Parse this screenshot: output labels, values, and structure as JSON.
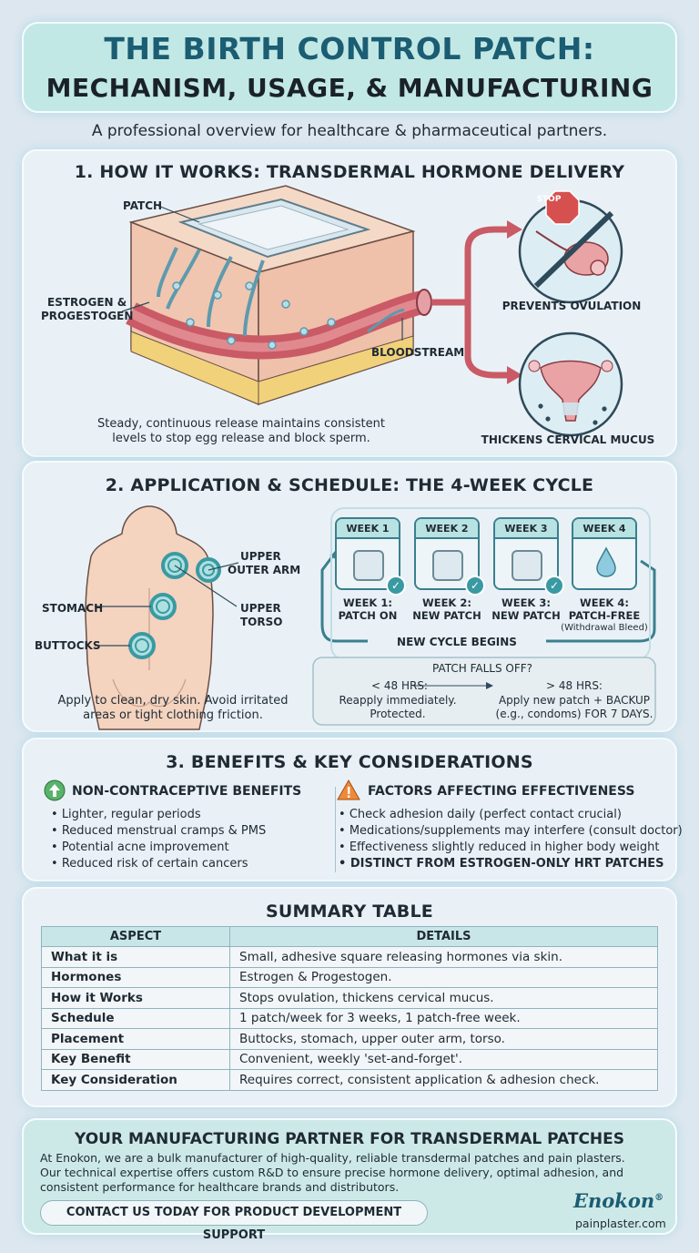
{
  "header": {
    "title_line1": "THE BIRTH CONTROL PATCH:",
    "title_line2": "MECHANISM, USAGE, & MANUFACTURING",
    "subtitle": "A professional overview for healthcare & pharmaceutical partners."
  },
  "section1": {
    "title": "1. HOW IT WORKS: TRANSDERMAL HORMONE DELIVERY",
    "label_patch": "PATCH",
    "label_hormones_line1": "ESTROGEN &",
    "label_hormones_line2": "PROGESTOGEN",
    "label_bloodstream": "BLOODSTREAM",
    "stop_sign": "STOP",
    "label_ovulation": "PREVENTS OVULATION",
    "label_mucus": "THICKENS CERVICAL MUCUS",
    "caption_line1": "Steady, continuous release maintains consistent",
    "caption_line2": "levels to stop egg release and block sperm."
  },
  "section2": {
    "title": "2. APPLICATION & SCHEDULE: THE 4-WEEK CYCLE",
    "label_arm_line1": "UPPER",
    "label_arm_line2": "OUTER ARM",
    "label_stomach": "STOMACH",
    "label_torso_line1": "UPPER",
    "label_torso_line2": "TORSO",
    "label_buttocks": "BUTTOCKS",
    "caption_line1": "Apply to clean, dry skin. Avoid irritated",
    "caption_line2": "areas or tight clothing friction.",
    "weeks": [
      {
        "head": "WEEK 1",
        "label_line1": "WEEK 1:",
        "label_line2": "PATCH ON"
      },
      {
        "head": "WEEK 2",
        "label_line1": "WEEK 2:",
        "label_line2": "NEW PATCH"
      },
      {
        "head": "WEEK 3",
        "label_line1": "WEEK 3:",
        "label_line2": "NEW PATCH"
      },
      {
        "head": "WEEK 4",
        "label_line1": "WEEK 4:",
        "label_line2": "PATCH-FREE",
        "label_line3": "(Withdrawal Bleed)"
      }
    ],
    "new_cycle": "NEW CYCLE BEGINS",
    "falls_off": {
      "title": "PATCH FALLS OFF?",
      "left_head": "< 48 HRS:",
      "left_line1": "Reapply immediately.",
      "left_line2": "Protected.",
      "right_head": "> 48 HRS:",
      "right_line1": "Apply new patch + BACKUP",
      "right_line2": "(e.g., condoms) FOR 7 DAYS."
    }
  },
  "section3": {
    "title": "3. BENEFITS & KEY CONSIDERATIONS",
    "benefits_title": "NON-CONTRACEPTIVE BENEFITS",
    "benefits": [
      "Lighter, regular periods",
      "Reduced menstrual cramps & PMS",
      "Potential acne improvement",
      "Reduced risk of certain cancers"
    ],
    "factors_title": "FACTORS AFFECTING EFFECTIVENESS",
    "factors": [
      "Check adhesion daily (perfect contact crucial)",
      "Medications/supplements may interfere (consult doctor)",
      "Effectiveness slightly reduced in higher body weight",
      "DISTINCT FROM ESTROGEN-ONLY HRT PATCHES"
    ]
  },
  "summary": {
    "title": "SUMMARY TABLE",
    "col_aspect": "ASPECT",
    "col_details": "DETAILS",
    "rows": [
      {
        "aspect": "What it is",
        "details": "Small, adhesive square releasing hormones via skin."
      },
      {
        "aspect": "Hormones",
        "details": "Estrogen & Progestogen."
      },
      {
        "aspect": "How it Works",
        "details": "Stops ovulation, thickens cervical mucus."
      },
      {
        "aspect": "Schedule",
        "details": "1 patch/week for 3 weeks, 1 patch-free week."
      },
      {
        "aspect": "Placement",
        "details": "Buttocks, stomach, upper outer arm, torso."
      },
      {
        "aspect": "Key Benefit",
        "details": "Convenient, weekly 'set-and-forget'."
      },
      {
        "aspect": "Key Consideration",
        "details": "Requires correct, consistent application & adhesion check."
      }
    ]
  },
  "footer": {
    "title": "YOUR MANUFACTURING PARTNER FOR TRANSDERMAL PATCHES",
    "text_line1": "At Enokon, we are a bulk manufacturer of high-quality, reliable transdermal patches and pain plasters.",
    "text_line2": "Our technical expertise offers custom R&D to ensure precise hormone delivery, optimal adhesion, and",
    "text_line3": "consistent performance for healthcare brands and distributors.",
    "cta": "CONTACT US TODAY FOR PRODUCT DEVELOPMENT SUPPORT",
    "brand": "Enokon",
    "brand_mark": "®",
    "website": "painplaster.com"
  },
  "colors": {
    "teal": "#3a9aa2",
    "title_blue": "#1b5d72",
    "blood_red": "#c95a66",
    "skin": "#f3d2bf",
    "background": "#dde7ef"
  }
}
